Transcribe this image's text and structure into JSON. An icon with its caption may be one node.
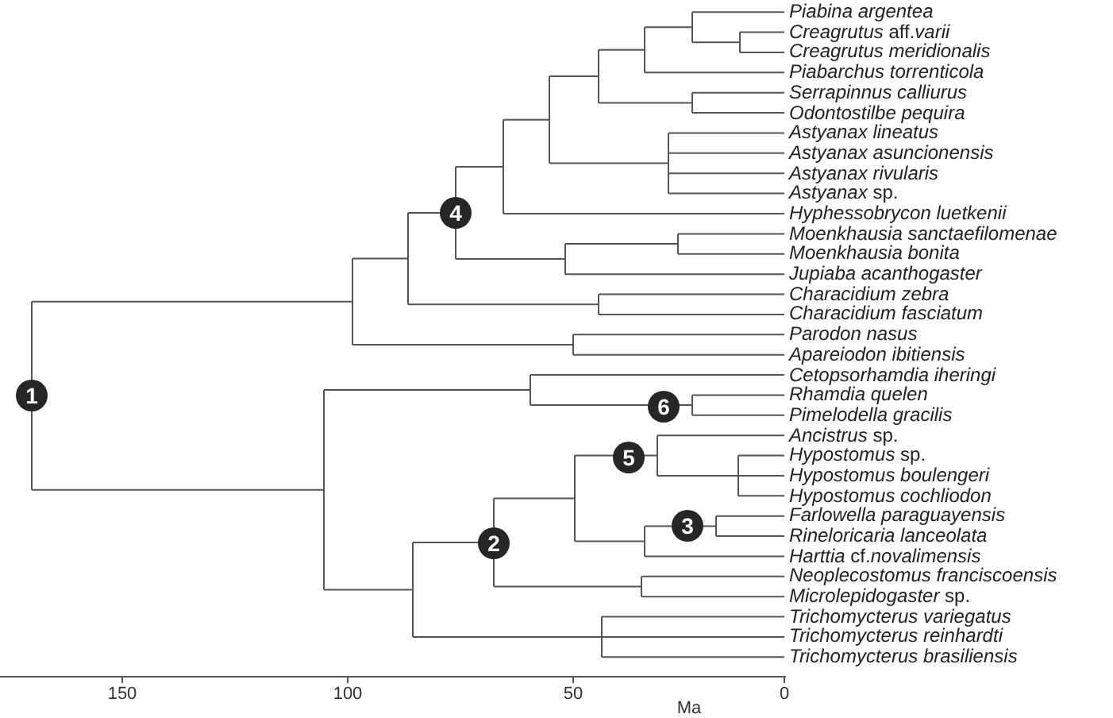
{
  "diagram": {
    "nodes": [
      {
        "text": [
          "*Piabina argentea*"
        ]
      },
      {
        "text": [
          "*Creagrutus* aff.*varii*"
        ]
      },
      {
        "text": [
          "*Creagrutus meridionalis*"
        ]
      },
      {
        "text": [
          "*Piabarchus torrenticola*"
        ]
      },
      {
        "text": [
          "*Serrapinnus calliurus*"
        ]
      },
      {
        "text": [
          "*Odontostilbe pequira*"
        ]
      },
      {
        "text": [
          "*Astyanax lineatus*"
        ]
      },
      {
        "text": [
          "*Astyanax asuncionensis*"
        ]
      },
      {
        "text": [
          "*Astyanax rivularis*"
        ]
      },
      {
        "text": [
          "*Astyanax* sp."
        ]
      },
      {
        "text": [
          "*Hyphessobrycon luetkenii*"
        ]
      },
      {
        "text": [
          "*Moenkhausia sanctaefilomenae*"
        ]
      },
      {
        "text": [
          "*Moenkhausia bonita*"
        ]
      },
      {
        "text": [
          "*Jupiaba acanthogaster*"
        ]
      },
      {
        "text": [
          "*Characidium zebra*"
        ]
      },
      {
        "text": [
          "*Characidium fasciatum*"
        ]
      },
      {
        "text": [
          "*Parodon nasus*"
        ]
      },
      {
        "text": [
          "*Apareiodon ibitiensis*"
        ]
      },
      {
        "text": [
          "*Cetopsorhamdia iheringi*"
        ]
      },
      {
        "text": [
          "*Rhamdia quelen*"
        ]
      },
      {
        "text": [
          "*Pimelodella gracilis*"
        ]
      },
      {
        "text": [
          "*Ancistrus* sp."
        ]
      },
      {
        "text": [
          "*Hypostomus* sp."
        ]
      },
      {
        "text": [
          "*Hypostomus boulengeri*"
        ]
      },
      {
        "text": [
          "*Hypostomus cochliodon*"
        ]
      },
      {
        "text": [
          "*Farlowella paraguayensis*"
        ]
      },
      {
        "text": [
          "*Rineloricaria lanceolata*"
        ]
      },
      {
        "text": [
          "*Harttia* cf.*novalimensis*"
        ]
      },
      {
        "text": [
          "*Neoplecostomus franciscoensis*"
        ]
      },
      {
        "text": [
          "*Microlepidogaster* sp."
        ]
      },
      {
        "text": [
          "*Trichomycterus variegatus*"
        ]
      },
      {
        "text": [
          "*Trichomycterus reinhardti*"
        ]
      },
      {
        "text": [
          "*Trichomycterus brasiliensis*"
        ]
      },
      {
        "text": [
          "4"
        ]
      },
      {
        "text": [
          "1"
        ]
      },
      {
        "text": [
          "6"
        ]
      },
      {
        "text": [
          "5"
        ]
      },
      {
        "text": [
          "3"
        ]
      },
      {
        "text": [
          "2"
        ]
      }
    ],
    "labels": [
      "150",
      "100",
      "50",
      "0",
      "Ma"
    ]
  }
}
